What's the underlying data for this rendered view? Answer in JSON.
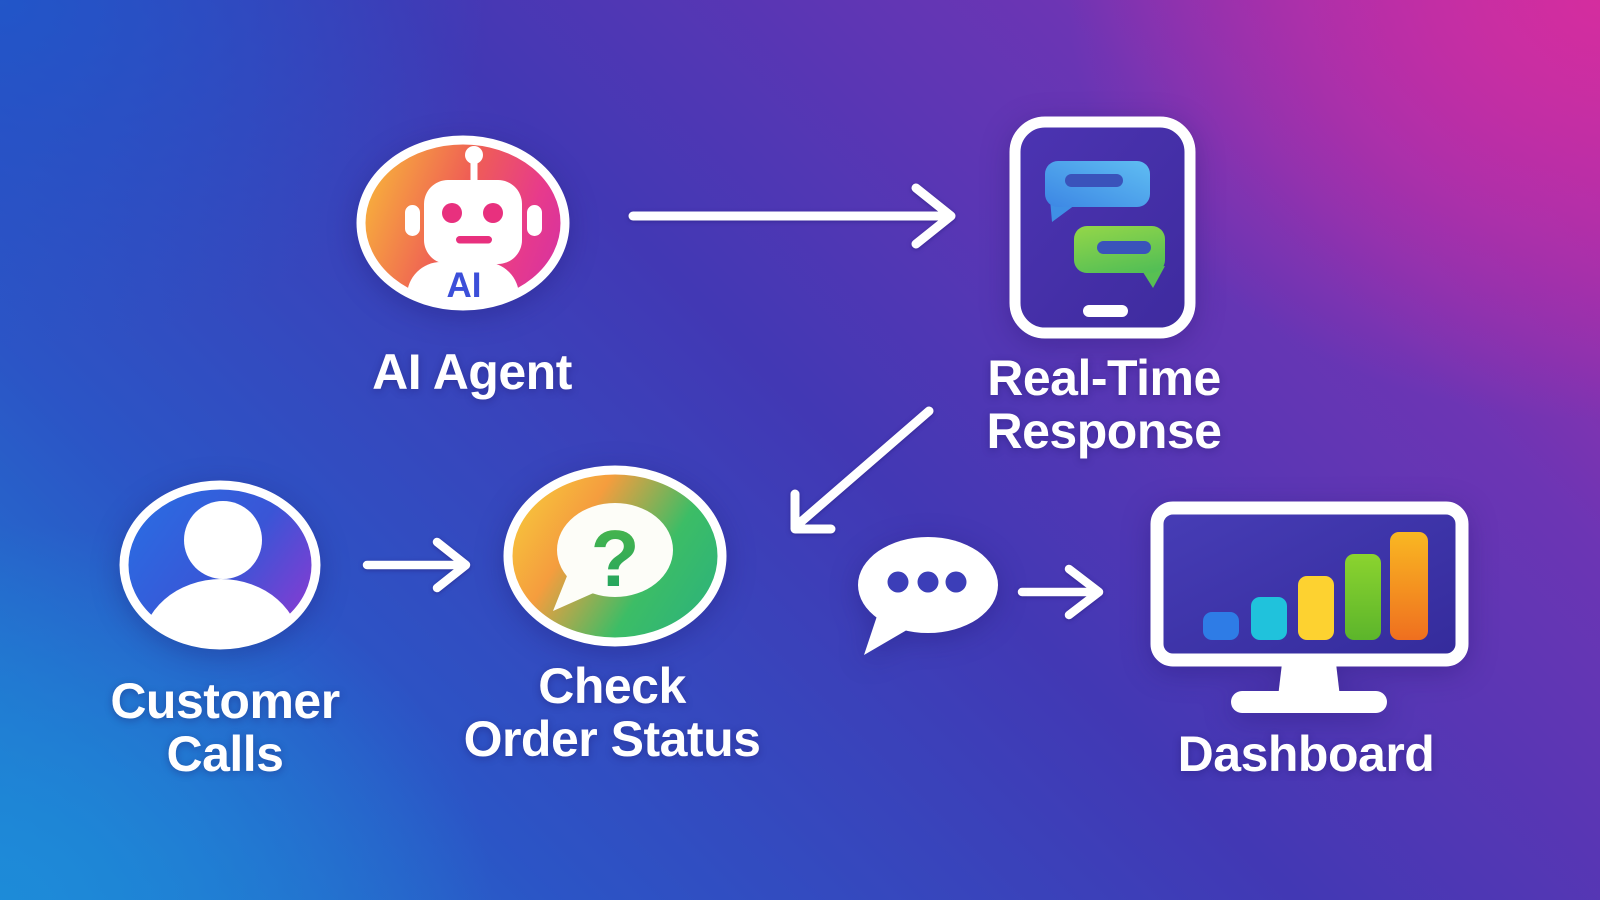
{
  "diagram": {
    "nodes": {
      "ai_agent": {
        "label": "AI Agent",
        "badge": "AI"
      },
      "real_time_response": {
        "line1": "Real-Time",
        "line2": "Response"
      },
      "customer_calls": {
        "line1": "Customer",
        "line2": "Calls"
      },
      "check_order_status": {
        "line1": "Check",
        "line2": "Order Status",
        "question_symbol": "?"
      },
      "dashboard": {
        "label": "Dashboard"
      }
    },
    "edges": [
      {
        "from": "AI Agent",
        "to": "Real-Time Response",
        "direction": "right"
      },
      {
        "from": "Real-Time Response",
        "to": "chat-message",
        "direction": "down-left"
      },
      {
        "from": "Customer Calls",
        "to": "Check Order Status",
        "direction": "right"
      },
      {
        "from": "chat-message",
        "to": "Dashboard",
        "direction": "right"
      }
    ],
    "colors": {
      "background_blue": "#1f7fd2",
      "background_indigo": "#4238b4",
      "background_magenta": "#d62d9e",
      "arrow_white": "#ffffff",
      "ai_gradient": [
        "#f7b03c",
        "#ef5e55",
        "#e0339c"
      ],
      "customer_gradient": [
        "#2a6ce2",
        "#8a3ad2"
      ],
      "check_gradient": [
        "#f6c63c",
        "#f59d3e",
        "#3cbd66",
        "#2db37a"
      ],
      "robot_face_pink": "#e8307e",
      "ai_badge_blue": "#3c4fd9",
      "chat_bubble_blue": "#4ba4ea",
      "chat_bubble_green": "#6fc844",
      "dashboard_bars": [
        "#2e7ce6",
        "#20c2dc",
        "#fdd230",
        "#6fc22d",
        "#f4901f"
      ],
      "dot_indigo": "#3c3eb8"
    }
  }
}
